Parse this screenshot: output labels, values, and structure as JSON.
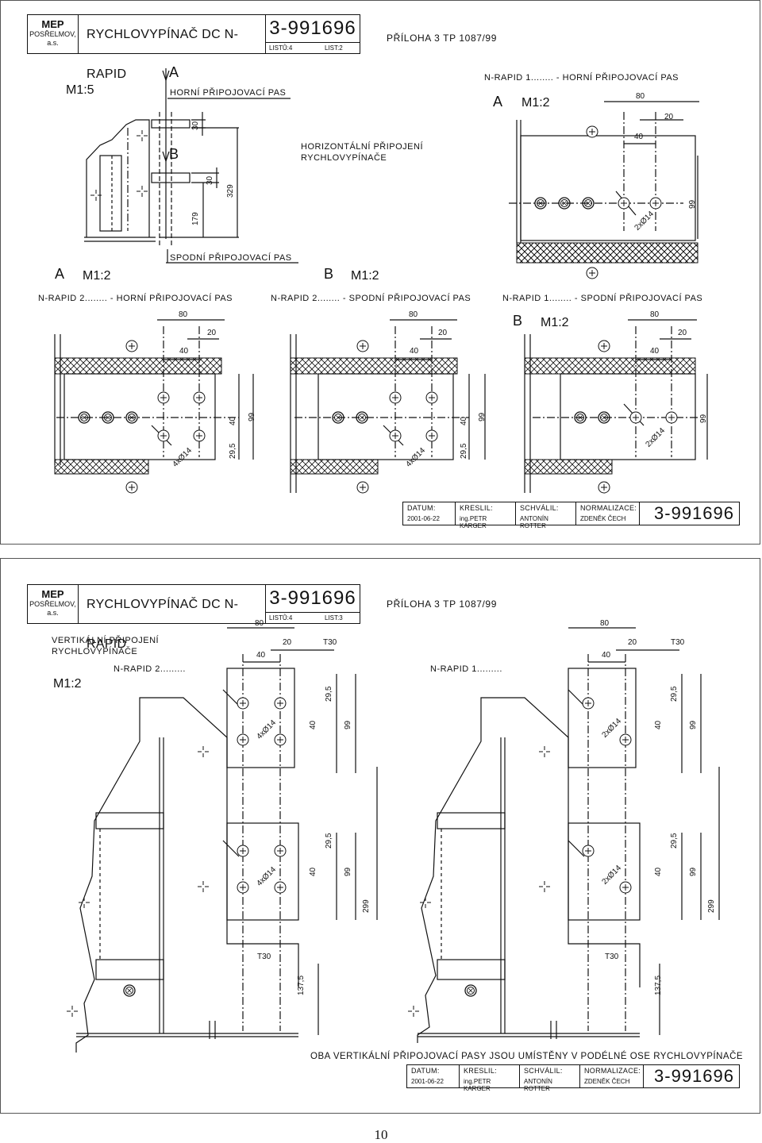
{
  "sheet1": {
    "title_block": {
      "company": "MEP",
      "company_sub1": "POSŘELMOV,",
      "company_sub2": "a.s.",
      "name": "RYCHLOVYPÍNAČ DC N-RAPID",
      "number": "3-991696",
      "sheets": "LISTŮ:4",
      "sheet": "LIST:2"
    },
    "annex": "PŘÍLOHA 3 TP 1087/99",
    "labels": {
      "scale_main": "M1:5",
      "view_a_marker": "A",
      "view_b_marker": "B",
      "upper_pad": "HORNÍ PŘIPOJOVACÍ PAS",
      "horizontal_1": "HORIZONTÁLNÍ PŘIPOJENÍ",
      "horizontal_2": "RYCHLOVYPÍNAČE",
      "lower_pad": "SPODNÍ PŘIPOJOVACÍ PAS",
      "view_a_right_title": "N-RAPID 1........ - HORNÍ PŘIPOJOVACÍ PAS",
      "view_a_right_letter": "A",
      "view_a_right_scale": "M1:2",
      "view_a_left_letter": "A",
      "view_a_left_scale": "M1:2",
      "view_b_mid_letter": "B",
      "view_b_mid_scale": "M1:2",
      "view_b_right_letter": "B",
      "view_b_right_scale": "M1:2",
      "row2_title1": "N-RAPID 2........ - HORNÍ PŘIPOJOVACÍ PAS",
      "row2_title2": "N-RAPID 2........ - SPODNÍ PŘIPOJOVACÍ PAS",
      "row2_title3": "N-RAPID 1........ - SPODNÍ PŘIPOJOVACÍ PAS"
    },
    "dims": {
      "d30": "30",
      "d30b": "30",
      "d179": "179",
      "d329": "329",
      "d80": "80",
      "d20": "20",
      "d40": "40",
      "d99": "99",
      "d295": "29,5",
      "holes2": "2xØ14",
      "holes4": "4xØ14"
    },
    "footer": {
      "datum_k": "DATUM:",
      "datum_v": "2001-06-22",
      "kreslil_k": "KRESLIL:",
      "kreslil_v": "ing.PETR KARGER",
      "schvalil_k": "SCHVÁLIL:",
      "schvalil_v": "ANTONÍN ROTTER",
      "norm_k": "NORMALIZACE:",
      "norm_v": "ZDENĚK ČECH",
      "number": "3-991696"
    }
  },
  "sheet2": {
    "title_block": {
      "company": "MEP",
      "company_sub1": "POSŘELMOV,",
      "company_sub2": "a.s.",
      "name": "RYCHLOVYPÍNAČ DC N-RAPID",
      "number": "3-991696",
      "sheets": "LISTŮ:4",
      "sheet": "LIST:3"
    },
    "annex": "PŘÍLOHA 3 TP 1087/99",
    "labels": {
      "vertical_1": "VERTIKÁLNÍ PŘIPOJENÍ",
      "vertical_2": "RYCHLOVYPÍNAČE",
      "scale": "M1:2",
      "nrapid2": "N-RAPID 2.........",
      "nrapid1": "N-RAPID 1.........",
      "note": "OBA VERTIKÁLNÍ PŘIPOJOVACÍ PASY JSOU UMÍSTĚNY V PODÉLNÉ OSE RYCHLOVYPÍNAČE"
    },
    "dims": {
      "d80": "80",
      "d20": "20",
      "t30": "T30",
      "d40": "40",
      "d295": "29,5",
      "d99": "99",
      "d299": "299",
      "d1375": "137,5",
      "holes4": "4xØ14",
      "holes2": "2xØ14"
    },
    "footer": {
      "datum_k": "DATUM:",
      "datum_v": "2001-06-22",
      "kreslil_k": "KRESLIL:",
      "kreslil_v": "ing.PETR KARGER",
      "schvalil_k": "SCHVÁLIL:",
      "schvalil_v": "ANTONÍN ROTTER",
      "norm_k": "NORMALIZACE:",
      "norm_v": "ZDENĚK ČECH",
      "number": "3-991696"
    }
  },
  "page_number": "10"
}
